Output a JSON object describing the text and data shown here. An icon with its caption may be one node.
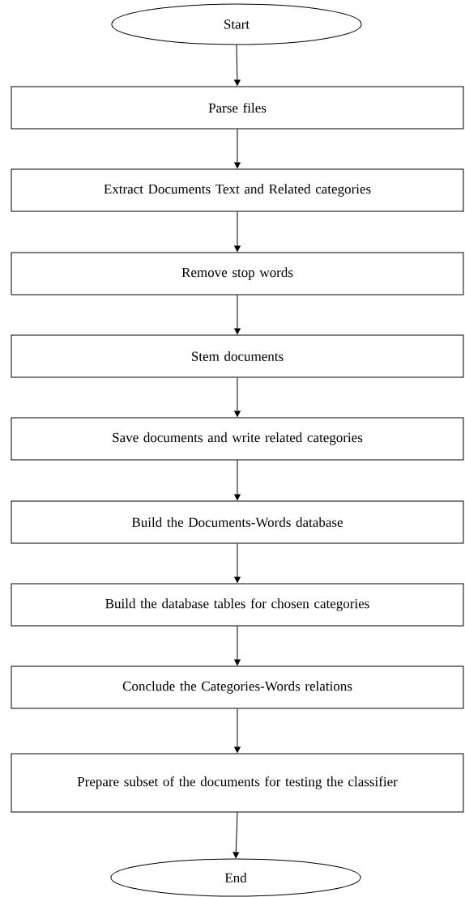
{
  "diagram": {
    "nodes": [
      {
        "text": [
          "Start"
        ]
      },
      {
        "text": [
          "Parse files"
        ]
      },
      {
        "text": [
          "Extract Documents Text and Related categories"
        ]
      },
      {
        "text": [
          "Remove stop words"
        ]
      },
      {
        "text": [
          "Stem documents"
        ]
      },
      {
        "text": [
          "Save documents and write related categories"
        ]
      },
      {
        "text": [
          "Build the Documents-Words database"
        ]
      },
      {
        "text": [
          "Build the database tables for chosen categories"
        ]
      },
      {
        "text": [
          "Conclude the Categories-Words relations"
        ]
      },
      {
        "text": [
          "Prepare subset of the documents for testing the classifier"
        ]
      },
      {
        "text": [
          "End"
        ]
      }
    ],
    "edges": [
      {
        "from": 0,
        "to": 1,
        "arrow": "to"
      },
      {
        "from": 1,
        "to": 2,
        "arrow": "to"
      },
      {
        "from": 2,
        "to": 3,
        "arrow": "to"
      },
      {
        "from": 3,
        "to": 4,
        "arrow": "to"
      },
      {
        "from": 4,
        "to": 5,
        "arrow": "to"
      },
      {
        "from": 5,
        "to": 6,
        "arrow": "to"
      },
      {
        "from": 6,
        "to": 7,
        "arrow": "to"
      },
      {
        "from": 7,
        "to": 8,
        "arrow": "to"
      },
      {
        "from": 8,
        "to": 9,
        "arrow": "to"
      },
      {
        "from": 9,
        "to": 10,
        "arrow": "to"
      }
    ]
  }
}
